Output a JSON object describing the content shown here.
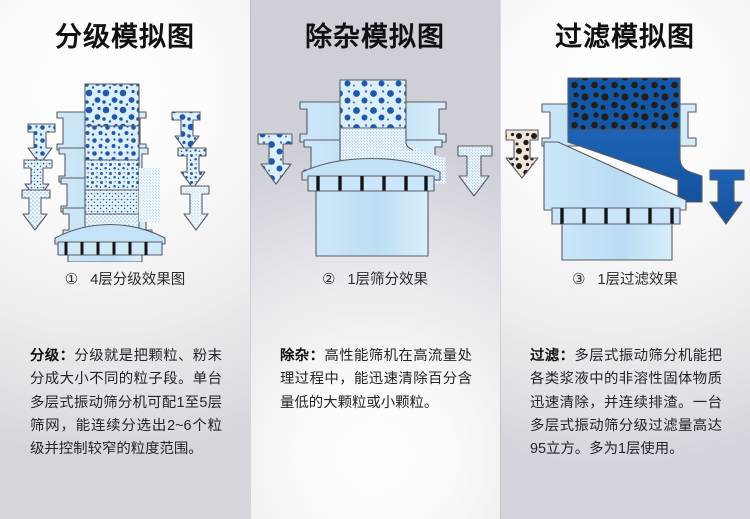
{
  "panels": [
    {
      "title": "分级模拟图",
      "caption_number": "①",
      "caption_text": "4层分级效果图",
      "blurb_label": "分级：",
      "blurb_body": "分级就是把颗粒、粉末分成大小不同的粒子段。单台多层式振动筛分机可配1至5层筛网，能连续分选出2~6个粒级并控制较窄的粒度范围。",
      "diagram_name": "four-layer-grading-diagram"
    },
    {
      "title": "除杂模拟图",
      "caption_number": "②",
      "caption_text": "1层筛分效果",
      "blurb_label": "除杂：",
      "blurb_body": "高性能筛机在高流量处理过程中，能迅速清除百分含量低的大颗粒或小颗粒。",
      "diagram_name": "single-layer-screening-diagram"
    },
    {
      "title": "过滤模拟图",
      "caption_number": "③",
      "caption_text": "1层过滤效果",
      "blurb_label": "过滤：",
      "blurb_body": "多层式振动筛分机能把各类浆液中的非溶性固体物质迅速清除，并连续排渣。一台多层式振动筛分级过滤量高达95立方。多为1层使用。",
      "diagram_name": "single-layer-filtration-diagram"
    }
  ],
  "colors": {
    "accent_blue": "#1d59ad",
    "light_fill": "#bcdcf3",
    "pale_fill": "#dbeefa",
    "deep_blue": "#1358a8",
    "outline": "#4a4a52",
    "dark_dot": "#241c16",
    "text": "#24242a",
    "background_light": "#ffffff",
    "background_edge": "#d4d4dc"
  }
}
